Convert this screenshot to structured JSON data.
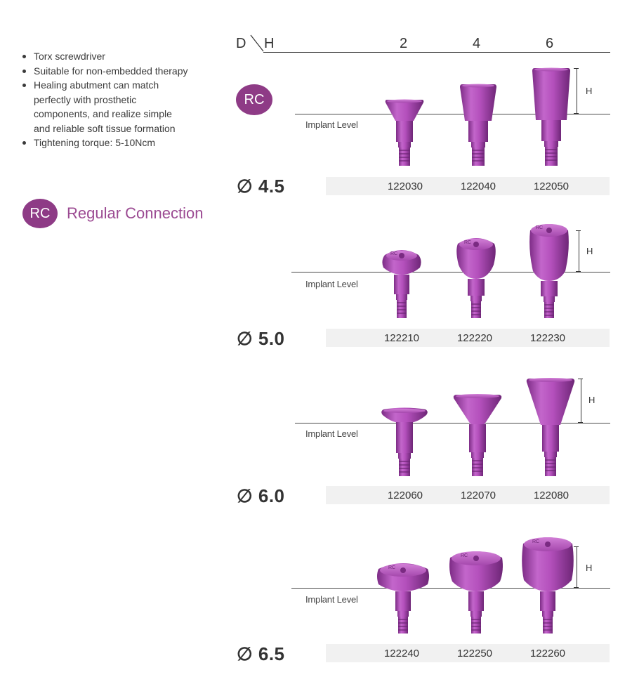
{
  "features": [
    "Torx screwdriver",
    "Suitable for non-embedded therapy",
    "Healing abutment can match perfectly with prosthetic components, and realize simple and reliable soft tissue formation",
    "Tightening torque: 5-10Ncm"
  ],
  "legend": {
    "badge": "RC",
    "label": "Regular Connection"
  },
  "header": {
    "d_label": "D",
    "h_label": "H",
    "heights": [
      "2",
      "4",
      "6"
    ]
  },
  "implant_level_label": "Implant Level",
  "dimension_label": "H",
  "rc_badge": "RC",
  "cap_engraving": "RC",
  "colors": {
    "abutment": "#b04fb8",
    "badge": "#8e3b86",
    "legend_text": "#9b4a92"
  },
  "rows": [
    {
      "diameter": "∅ 4.5",
      "codes": [
        "122030",
        "122040",
        "122050"
      ]
    },
    {
      "diameter": "∅ 5.0",
      "codes": [
        "122210",
        "122220",
        "122230"
      ]
    },
    {
      "diameter": "∅ 6.0",
      "codes": [
        "122060",
        "122070",
        "122080"
      ]
    },
    {
      "diameter": "∅ 6.5",
      "codes": [
        "122240",
        "122250",
        "122260"
      ]
    }
  ]
}
